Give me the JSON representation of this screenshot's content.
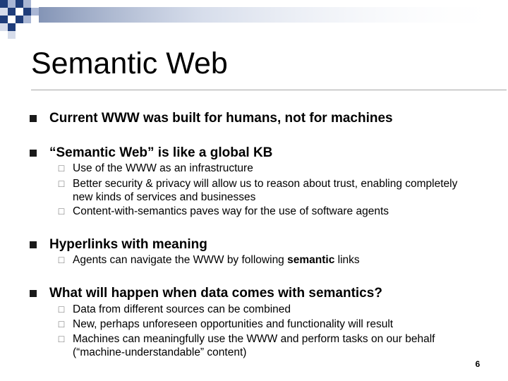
{
  "slide": {
    "title": "Semantic Web",
    "page_number": "6",
    "accent": "#1f3d7a",
    "bullets": [
      {
        "text": "Current WWW was built for humans, not for machines",
        "sub": []
      },
      {
        "text": "“Semantic Web” is like a global KB",
        "sub": [
          {
            "text": "Use of the WWW as an infrastructure"
          },
          {
            "text": "Better security & privacy will allow us to reason about trust, enabling completely new kinds of services and businesses"
          },
          {
            "text": "Content-with-semantics paves way for the use of software agents"
          }
        ]
      },
      {
        "text": "Hyperlinks with meaning",
        "sub": [
          {
            "before": "Agents can navigate the WWW by following ",
            "bold": "semantic",
            "after": " links"
          }
        ]
      },
      {
        "text": "What will happen when data comes with semantics?",
        "sub": [
          {
            "text": "Data from different sources can be combined"
          },
          {
            "text": "New, perhaps unforeseen opportunities and functionality will result"
          },
          {
            "text": "Machines can meaningfully use the WWW and perform tasks on our behalf (“machine-understandable” content)"
          }
        ]
      }
    ]
  }
}
